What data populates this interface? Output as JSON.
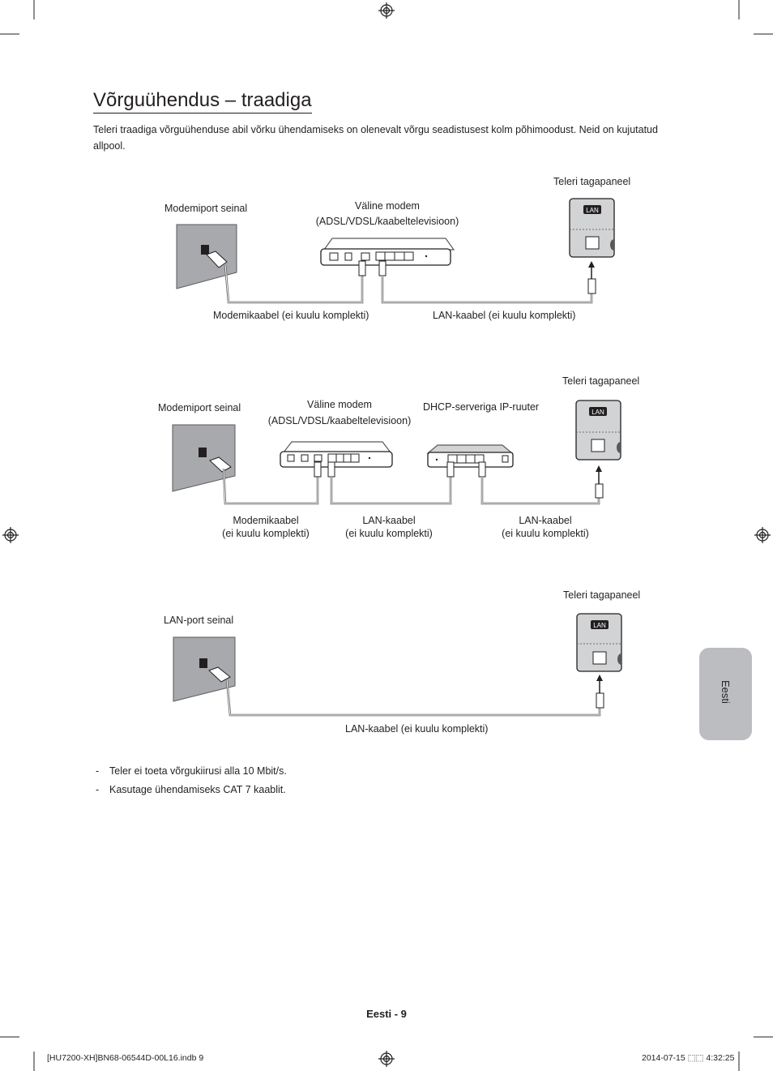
{
  "page": {
    "title": "Võrguühendus – traadiga",
    "intro": "Teleri traadiga võrguühenduse abil võrku ühendamiseks on olenevalt võrgu seadistusest kolm põhimoodust. Neid on kujutatud allpool."
  },
  "diagram1": {
    "tv_panel": "Teleri tagapaneel",
    "wall": "Modemiport seinal",
    "modem_line1": "Väline modem",
    "modem_line2": "(ADSL/VDSL/kaabeltelevisioon)",
    "modem_cable": "Modemikaabel (ei kuulu komplekti)",
    "lan_cable": "LAN-kaabel (ei kuulu komplekti)"
  },
  "diagram2": {
    "tv_panel": "Teleri tagapaneel",
    "wall": "Modemiport seinal",
    "modem_line1": "Väline modem",
    "modem_line2": "(ADSL/VDSL/kaabeltelevisioon)",
    "router": "DHCP-serveriga IP-ruuter",
    "modem_cable_line1": "Modemikaabel",
    "modem_cable_line2": "(ei kuulu komplekti)",
    "lan_cable1_line1": "LAN-kaabel",
    "lan_cable1_line2": "(ei kuulu komplekti)",
    "lan_cable2_line1": "LAN-kaabel",
    "lan_cable2_line2": "(ei kuulu komplekti)"
  },
  "diagram3": {
    "tv_panel": "Teleri tagapaneel",
    "wall": "LAN-port seinal",
    "lan_cable": "LAN-kaabel (ei kuulu komplekti)"
  },
  "lan_badge": "LAN",
  "side_tab": "Eesti",
  "notes": [
    "Teler ei toeta võrgukiirusi alla 10 Mbit/s.",
    "Kasutage ühendamiseks CAT 7 kaablit."
  ],
  "note_bullet": "-",
  "footer": {
    "page_label": "Eesti - 9",
    "file": "[HU7200-XH]BN68-06544D-00L16.indb   9",
    "date": "2014-07-15   ⬚⬚ 4:32:25"
  }
}
